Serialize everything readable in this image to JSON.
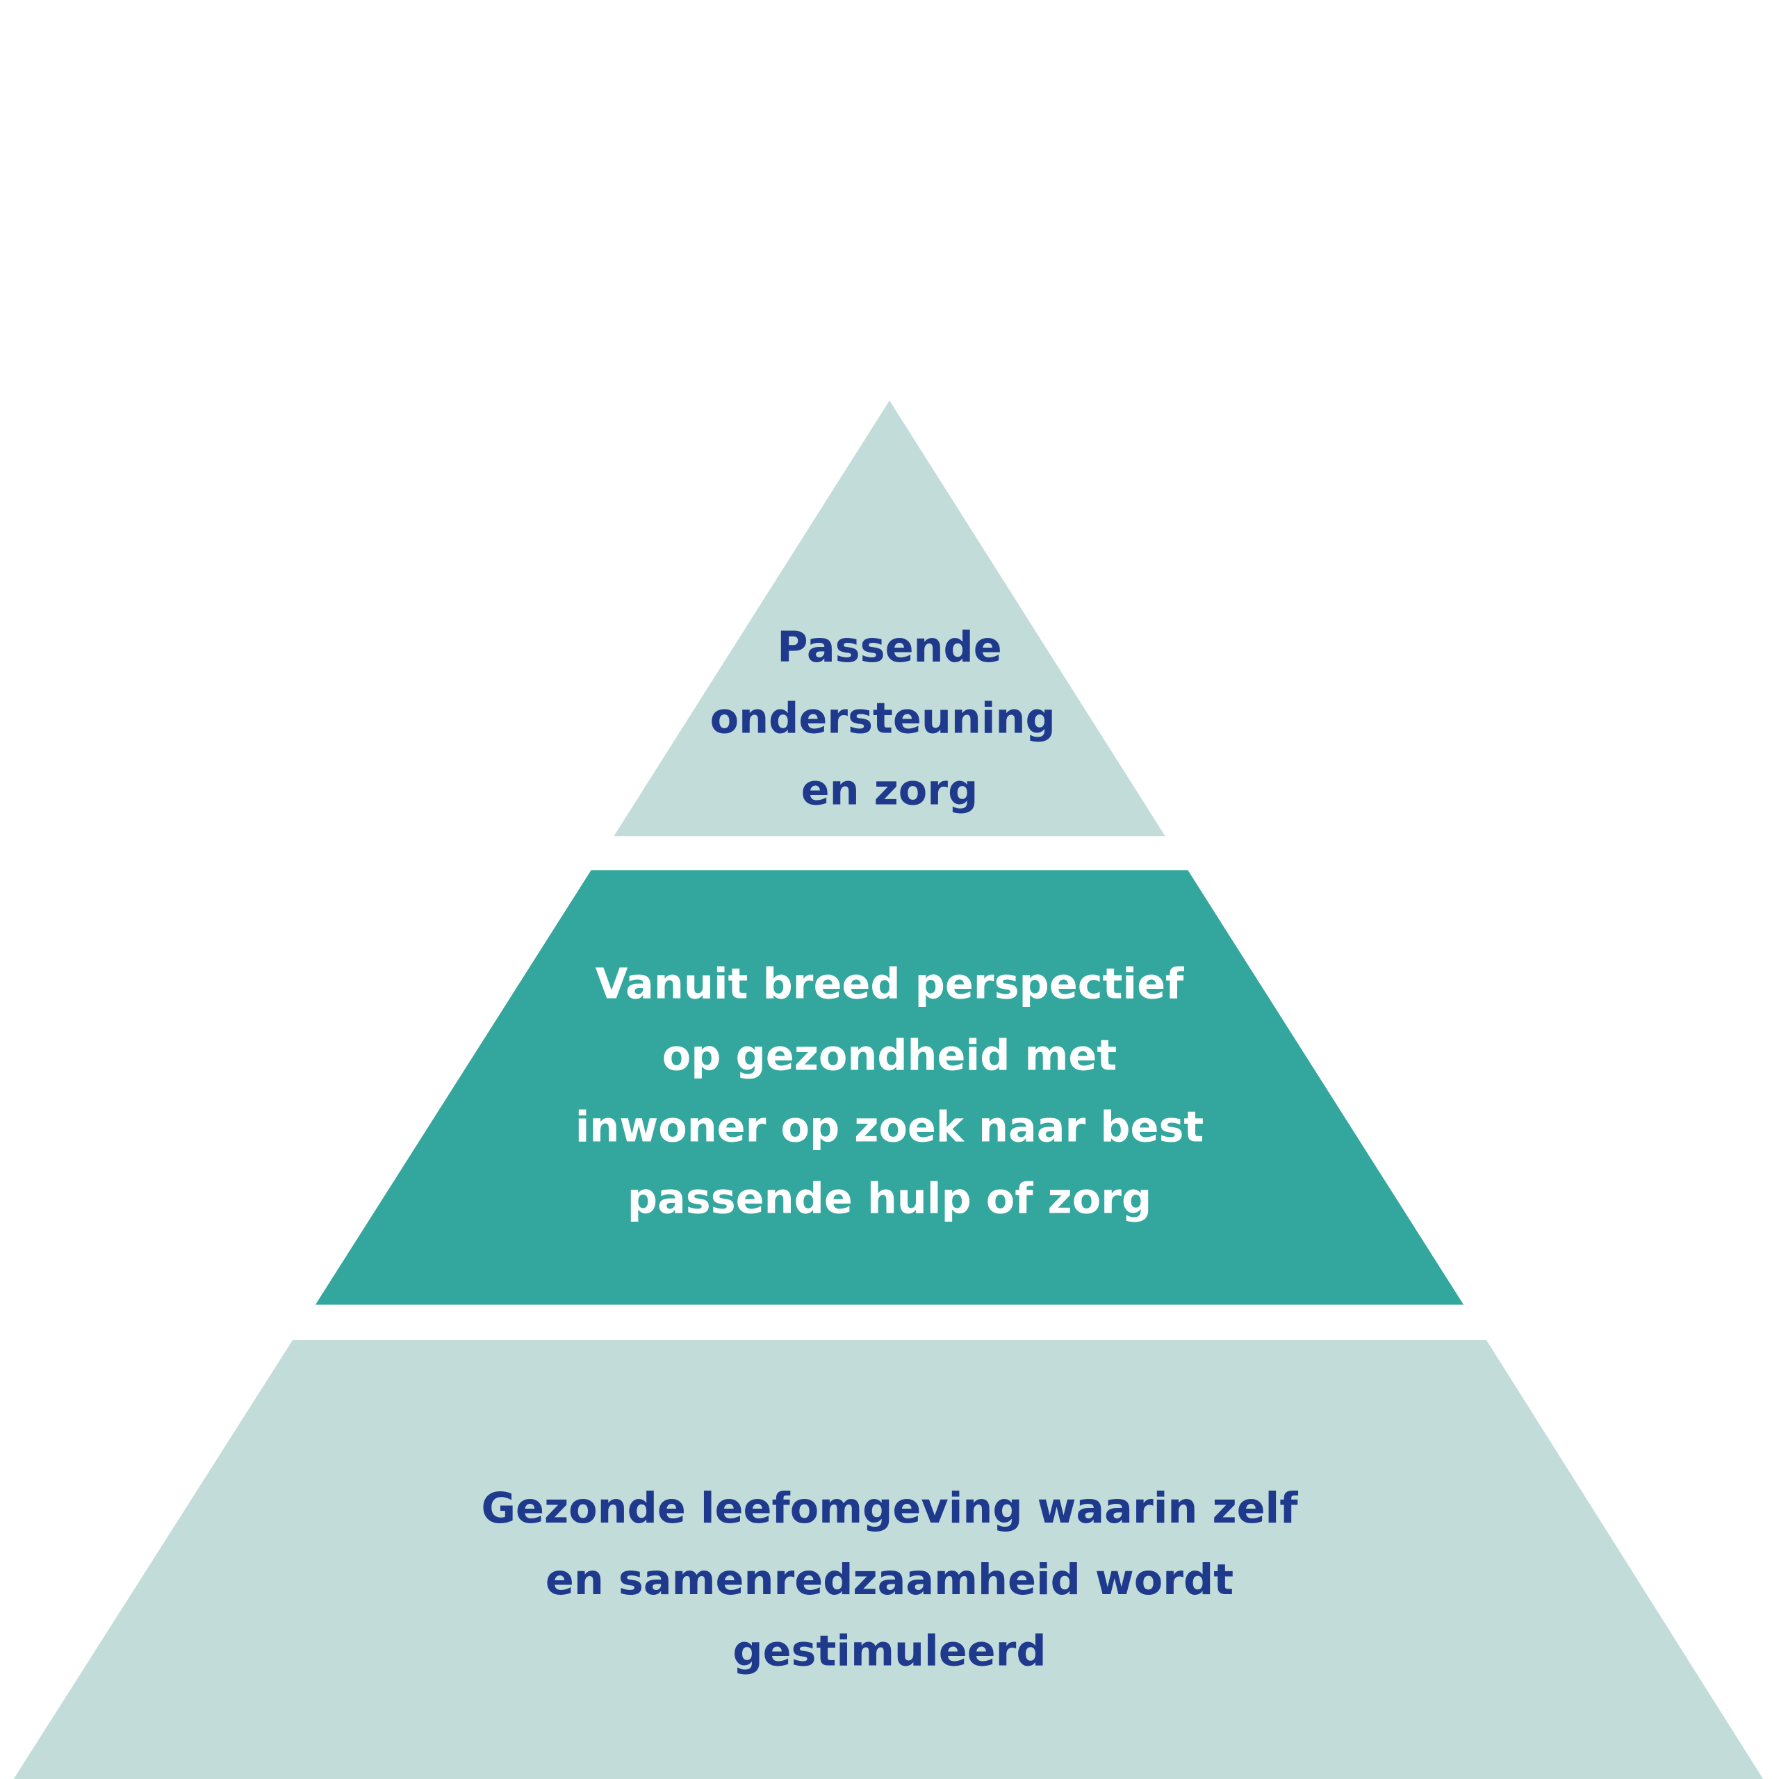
{
  "colors": {
    "light_tier": "#C2DDD9",
    "middle_tier": "#33A69D",
    "dark_text": "#1F3A8C",
    "light_text": "#FFFFFF"
  },
  "pyramid": {
    "top": {
      "lines": [
        "Passende",
        "ondersteuning",
        "en zorg"
      ]
    },
    "middle": {
      "lines": [
        "Vanuit breed perspectief",
        "op gezondheid met",
        "inwoner op zoek naar best",
        "passende hulp of zorg"
      ]
    },
    "bottom": {
      "lines": [
        "Gezonde leefomgeving waarin zelf",
        "en samenredzaamheid wordt",
        "gestimuleerd"
      ]
    }
  }
}
